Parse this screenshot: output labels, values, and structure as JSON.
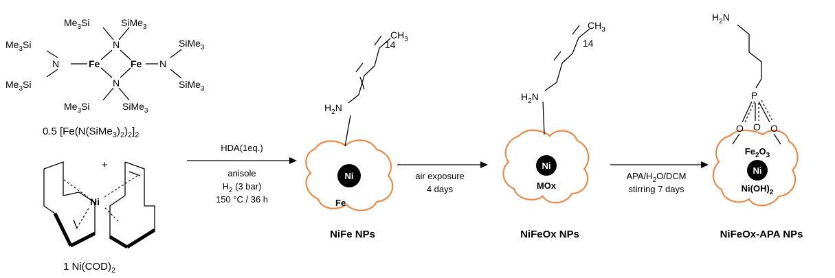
{
  "precursors": {
    "fe_complex": {
      "me3si_top_left": "Me",
      "me3si_top_left_sub": "3",
      "me3si_top_left_tail": "Si",
      "sime3_top": "SiMe",
      "sime3_top_sub": "3",
      "me3si_left_upper": "Me",
      "me3si_left_upper_sub": "3",
      "me3si_left_upper_tail": "Si",
      "me3si_left_lower": "Me",
      "me3si_left_lower_sub": "3",
      "me3si_left_lower_tail": "Si",
      "sime3_right_upper": "SiMe",
      "sime3_right_upper_sub": "3",
      "sime3_right_lower": "SiMe",
      "sime3_right_lower_sub": "3",
      "me3si_bottom": "Me",
      "me3si_bottom_sub": "3",
      "me3si_bottom_tail": "Si",
      "sime3_bottom": "SiMe",
      "sime3_bottom_sub": "3",
      "n_symbol": "N",
      "fe_symbol": "Fe",
      "formula_prefix": "0.5 [Fe(N(SiMe",
      "formula_sub1": "3",
      "formula_mid1": ")",
      "formula_sub2": "2",
      "formula_mid2": ")",
      "formula_sub3": "2",
      "formula_mid3": "]",
      "formula_sub4": "2"
    },
    "ni_complex": {
      "charge": "+",
      "ni_symbol": "Ni",
      "formula_prefix": "1 Ni(COD)",
      "formula_sub": "2"
    }
  },
  "steps": [
    {
      "reagent": "HDA(1eq.)",
      "conditions": [
        "anisole",
        "H",
        "2",
        " (3 bar)",
        "150 °C / 36 h"
      ]
    },
    {
      "conditions": [
        "air exposure",
        "4 days"
      ]
    },
    {
      "conditions": [
        "APA/H",
        "2",
        "O/DCM",
        "stirring 7 days"
      ]
    }
  ],
  "products": [
    {
      "name": "NiFe NPs",
      "core": "Ni",
      "shell": "Fe",
      "ligand": {
        "h2n": "H",
        "h2n_sub": "2",
        "h2n_tail": "N",
        "ch3": "CH",
        "ch3_sub": "3",
        "repeat": "14"
      }
    },
    {
      "name": "NiFeOx NPs",
      "core": "Ni",
      "shell": "MOx",
      "ligand": {
        "h2n": "H",
        "h2n_sub": "2",
        "h2n_tail": "N",
        "ch3": "CH",
        "ch3_sub": "3",
        "repeat": "14"
      }
    },
    {
      "name": "NiFeOx-APA NPs",
      "core": "Ni",
      "shell_top": {
        "a": "Fe",
        "a_sub": "2",
        "b": "O",
        "b_sub": "3"
      },
      "shell_bottom": {
        "a": "Ni(OH)",
        "a_sub": "2"
      },
      "ligand": {
        "h2n": "H",
        "h2n_sub": "2",
        "h2n_tail": "N",
        "p": "P",
        "o": "O"
      }
    }
  ]
}
